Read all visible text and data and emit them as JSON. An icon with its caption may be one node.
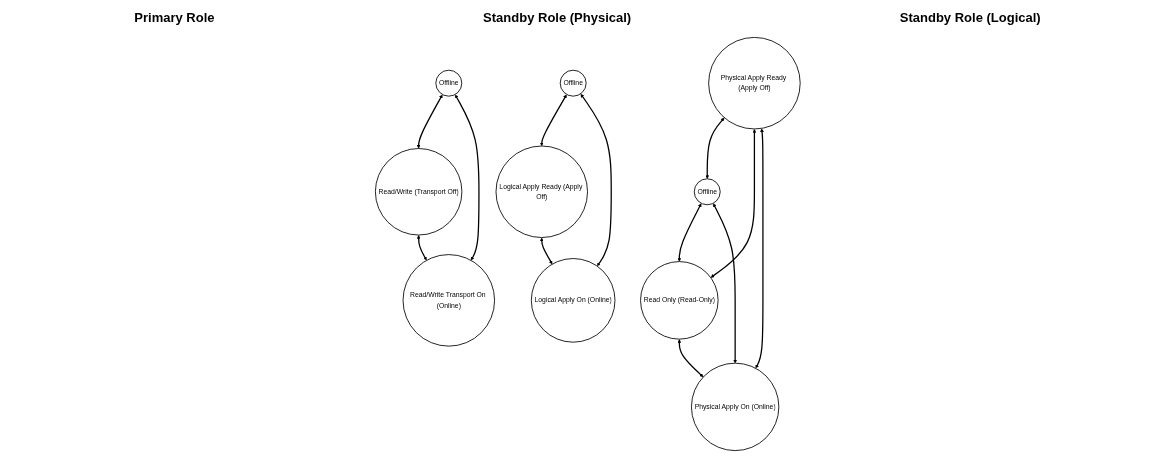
{
  "diagram": {
    "nodes": [
      {
        "text": [
          "Offline"
        ]
      },
      {
        "text": [
          "Read/Write (Transport Off)"
        ]
      },
      {
        "text": [
          "Read/Write Transport On (Online)"
        ]
      },
      {
        "text": [
          "Physical Apply Ready (Apply Off)"
        ]
      },
      {
        "text": [
          "Offline"
        ]
      },
      {
        "text": [
          "Read Only (Read-Only)"
        ]
      },
      {
        "text": [
          "Physical Apply On (Online)"
        ]
      },
      {
        "text": [
          "Offline"
        ]
      },
      {
        "text": [
          "Logical Apply Ready (Apply Off)"
        ]
      },
      {
        "text": [
          "Logical Apply On (Online)"
        ]
      }
    ],
    "edges": [
      {
        "from": 0,
        "to": 1,
        "arrow": "both"
      },
      {
        "from": 0,
        "to": 2,
        "arrow": "both"
      },
      {
        "from": 1,
        "to": 2,
        "arrow": "both"
      },
      {
        "from": 3,
        "to": 4,
        "arrow": "both"
      },
      {
        "from": 3,
        "to": 5,
        "arrow": "both"
      },
      {
        "from": 3,
        "to": 6,
        "arrow": "both"
      },
      {
        "from": 4,
        "to": 5,
        "arrow": "both"
      },
      {
        "from": 4,
        "to": 6,
        "arrow": "both"
      },
      {
        "from": 5,
        "to": 6,
        "arrow": "both"
      },
      {
        "from": 7,
        "to": 8,
        "arrow": "both"
      },
      {
        "from": 7,
        "to": 9,
        "arrow": "both"
      },
      {
        "from": 8,
        "to": 9,
        "arrow": "both"
      }
    ],
    "labels": [
      "Primary Role",
      "Standby Role (Physical)",
      "Standby Role (Logical)"
    ]
  }
}
